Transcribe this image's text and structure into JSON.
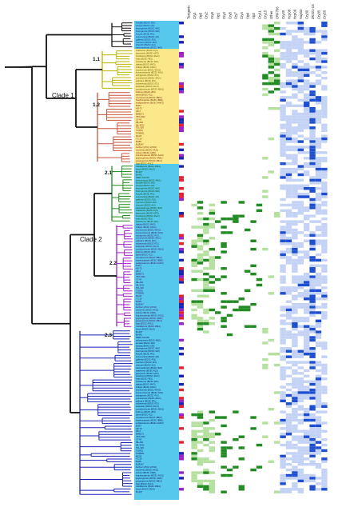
{
  "clade_labels": {
    "clade1": "Clade 1",
    "clade2": "Clade 2",
    "sub_1_1": "1.1",
    "sub_1_2": "1.2",
    "sub_2_1": "2.1",
    "sub_2_2": "2.2",
    "sub_2_3": "2.3"
  },
  "matrix_columns": [
    "Toxigenic",
    "Cry1",
    "Vip3",
    "Cry2",
    "Cry9",
    "Vip1",
    "Cry3",
    "Cry8",
    "Cry7",
    "Cry4",
    "Vip4",
    "Vip2",
    "Cry11",
    "Cry15",
    "Other",
    "CRF766",
    "Cry40",
    "Hcp08",
    "Hcp09",
    "Nup03",
    "Cry30",
    "ZK321-1S",
    "Cry35",
    "Cry55"
  ],
  "colors": {
    "clade_1_1": "#b9b600",
    "clade_1_2": "#c8553a",
    "clade_2_1": "#1e8a1e",
    "clade_2_2": "#a020c8",
    "clade_2_3": "#1a22b4",
    "highlight_yellow": "#fbe88a",
    "highlight_cyan": "#55c8ec",
    "green_dark": "#238b23",
    "green_light": "#b5e0a0",
    "blue_dark": "#1e4fd0",
    "blue_light": "#c3d2f5"
  },
  "taxa": [
    "kurstaki (BGSC 4D1)",
    "aizawai (BGSC 4J4)",
    "thuringiensis (BGSC 4A3)",
    "thuringiensis (BGSC 4A9)",
    "kenyae (BGSC 4F1)",
    "entomocidus (BGSC 4I1)",
    "galleriae (BGSC 4G1)",
    "morrisoni (BGSC 4K1)",
    "tolworthi (BGSC 4L1)",
    "darmstadiensis (BGSC 4M1)",
    "israelensis (BGSC 4Q1)",
    "japonensis (BGSC 4AT1)",
    "tenebrionis (BGSC 4AA1)",
    "sotto (BGSC 4E1)",
    "canadensis (BGSC 4H1)",
    "dakota (BGSC 4AF1)",
    "indiana (BGSC 4AG1)",
    "tohokuensis (BGSC 4AH1)",
    "kumamotoensis (BGSC 4W1)",
    "tochigiensis (BGSC 4Y1)",
    "yunnanensis (BGSC 4AU1)",
    "pakistani (BGSC 4P1)",
    "wuhanensis (BGSC 4T1)",
    "konkukian (BGSC 4AC1)",
    "pondicheriensis (BGSC 4BA1)",
    "finitimus (BGSC 4B1)",
    "alesti (BGSC 4C1)",
    "mexicanensis (BGSC 4BD1)",
    "huazhongensis (BGSC 4BB1)",
    "andalousiensis (BGSC 4AW1)",
    "Bt407",
    "HD-73",
    "HD-1",
    "BMB171",
    "YBT-1520",
    "CT-43",
    "IBL-200",
    "IBL-4222",
    "T01-328",
    "T13001",
    "T03B001",
    "MC28",
    "YC-10",
    "Bt185",
    "Bt18247",
    "berliner (ATCC 10792)",
    "monterrey (BGSC 4AJ1)",
    "colmeri (BGSC 4AB1)",
    "shandongiensis (BGSC 4AZ1)",
    "jinghongiensis (BGSC 4AR1)",
    "guiyangiensis (BGSC 4BG1)",
    "higo (BGSC 4AX1)",
    "roskildiensis (BGSC 4BE1)",
    "leesis (BGSC 4AH1)",
    "Bt-4Q7",
    "Bt-4AJ",
    "NBRC 101235",
    "sichuanensis (BGSC 4BJ1)"
  ]
}
